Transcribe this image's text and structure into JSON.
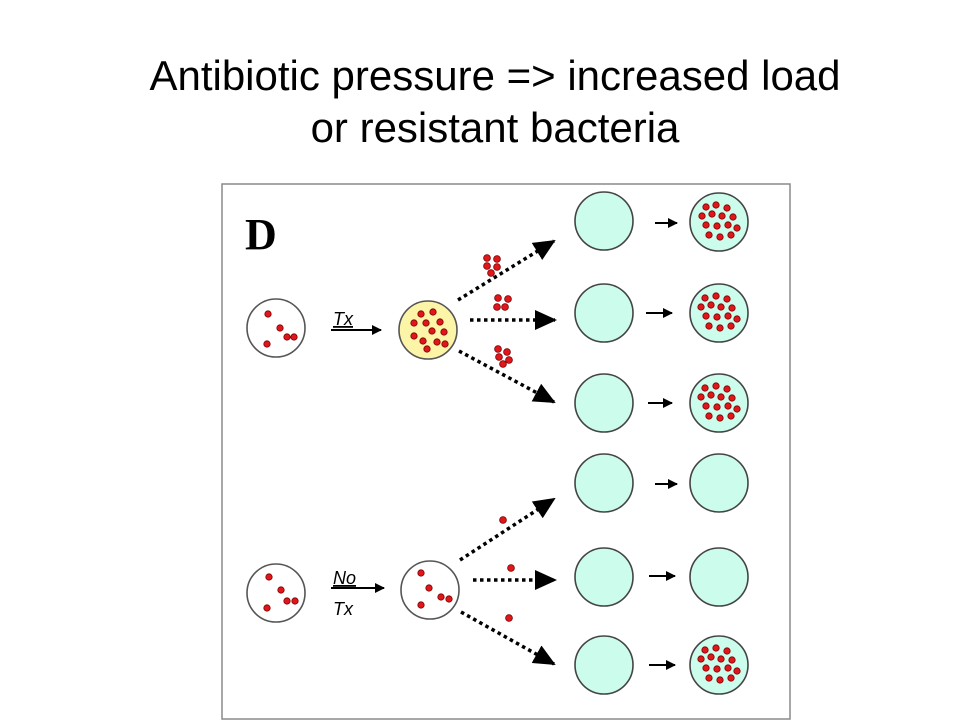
{
  "slide": {
    "title_line1": "Antibiotic pressure => increased load",
    "title_line2": "or resistant bacteria"
  },
  "figure": {
    "panel_label": "D",
    "treated_arrow_label": "Tx",
    "untreated_arrow_label_line1": "No",
    "untreated_arrow_label_line2": "Tx"
  },
  "colors": {
    "bacteria": "#e0161b",
    "host_fill": "#ccfcec",
    "treated_host_fill": "#fcf5a8",
    "outline": "#444444"
  }
}
